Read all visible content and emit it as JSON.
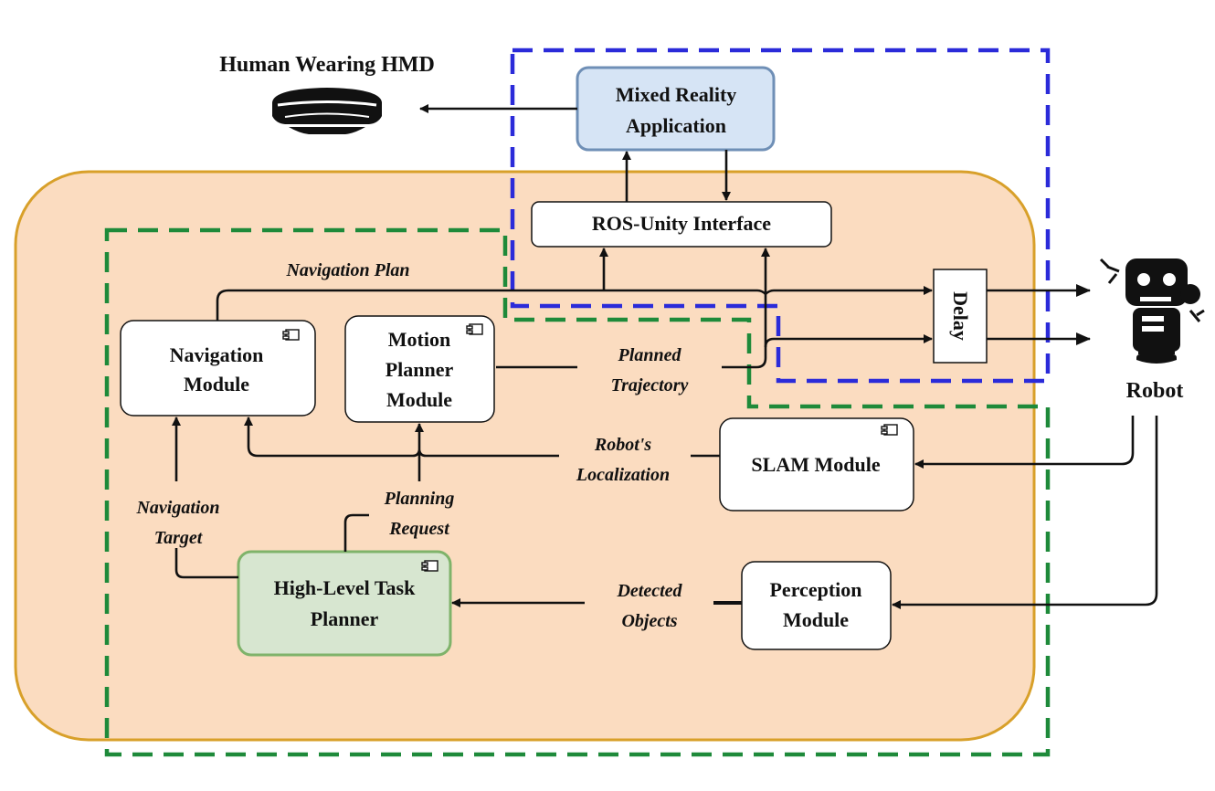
{
  "human_label": "Human Wearing HMD",
  "robot_label": "Robot",
  "boxes": {
    "mixed_reality": [
      "Mixed Reality",
      "Application"
    ],
    "ros_unity": "ROS-Unity Interface",
    "navigation": [
      "Navigation",
      "Module"
    ],
    "motion_planner": [
      "Motion",
      "Planner",
      "Module"
    ],
    "slam": "SLAM Module",
    "perception": [
      "Perception",
      "Module"
    ],
    "task_planner": [
      "High-Level Task",
      "Planner"
    ],
    "delay": "Delay"
  },
  "labels": {
    "navigation_plan": "Navigation Plan",
    "planned_trajectory": [
      "Planned",
      "Trajectory"
    ],
    "robots_localization": [
      "Robot's",
      "Localization"
    ],
    "planning_request": [
      "Planning",
      "Request"
    ],
    "navigation_target": [
      "Navigation",
      "Target"
    ],
    "detected_objects": [
      "Detected",
      "Objects"
    ]
  },
  "colors": {
    "system_region": "#fbdcc0",
    "system_border": "#d8a02a",
    "blue_dashed": "#2b2bd9",
    "green_dashed": "#1e8a3a",
    "mixed_reality_fill": "#d6e4f5",
    "mixed_reality_border": "#6f8fb6",
    "task_planner_fill": "#d7e6d0",
    "task_planner_border": "#7fb36a"
  }
}
